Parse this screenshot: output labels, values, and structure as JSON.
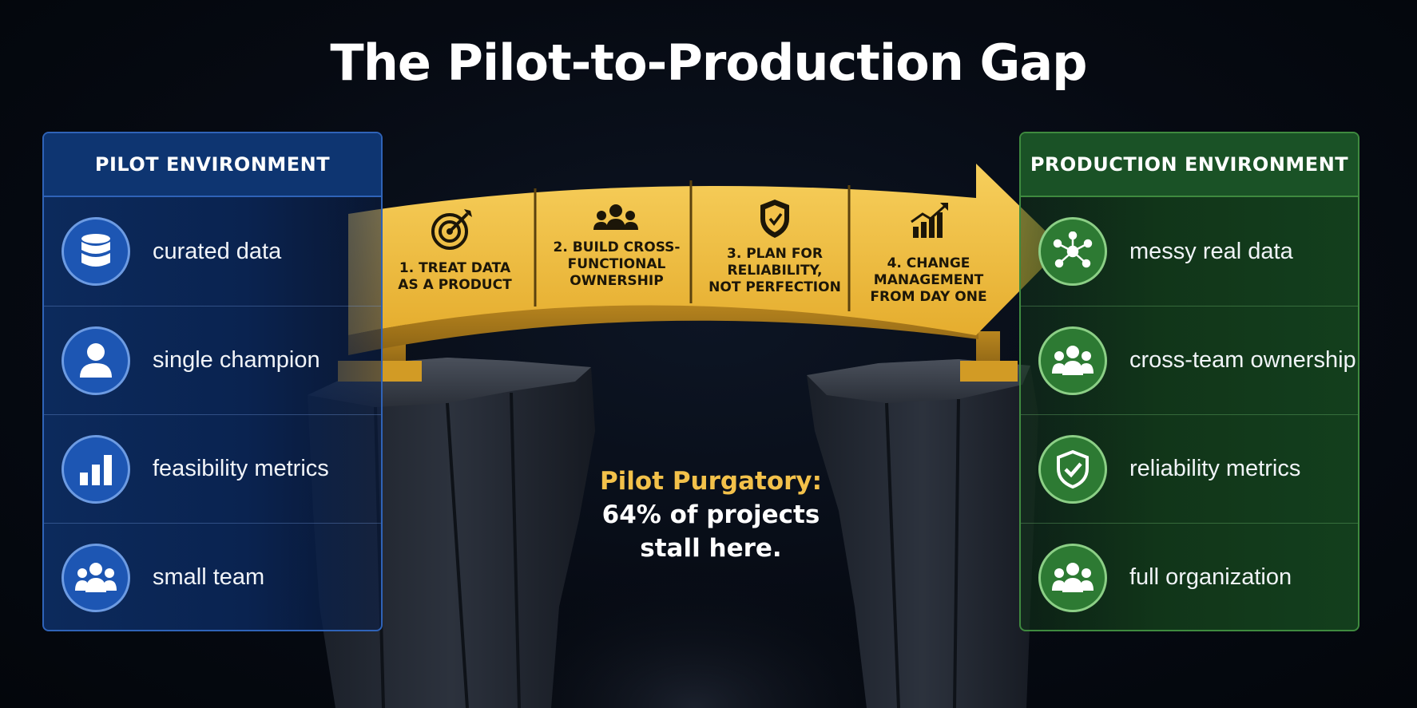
{
  "title": "The Pilot-to-Production Gap",
  "pilot": {
    "heading": "PILOT ENVIRONMENT",
    "items": [
      {
        "icon": "database-icon",
        "label": "curated data"
      },
      {
        "icon": "person-icon",
        "label": "single champion"
      },
      {
        "icon": "bar-chart-icon",
        "label": "feasibility metrics"
      },
      {
        "icon": "team-icon",
        "label": "small team"
      }
    ]
  },
  "production": {
    "heading": "PRODUCTION ENVIRONMENT",
    "items": [
      {
        "icon": "network-icon",
        "label": "messy real data"
      },
      {
        "icon": "team-icon",
        "label": "cross-team ownership"
      },
      {
        "icon": "shield-check-icon",
        "label": "reliability metrics"
      },
      {
        "icon": "team-icon",
        "label": "full organization"
      }
    ]
  },
  "bridge": {
    "steps": [
      {
        "icon": "target-icon",
        "line1": "1. TREAT DATA",
        "line2": "AS A PRODUCT",
        "line3": ""
      },
      {
        "icon": "team-icon",
        "line1": "2. BUILD CROSS-",
        "line2": "FUNCTIONAL",
        "line3": "OWNERSHIP"
      },
      {
        "icon": "shield-icon",
        "line1": "3. PLAN FOR",
        "line2": "RELIABILITY,",
        "line3": "NOT PERFECTION"
      },
      {
        "icon": "growth-chart-icon",
        "line1": "4. CHANGE",
        "line2": "MANAGEMENT",
        "line3": "FROM DAY ONE"
      }
    ]
  },
  "gap": {
    "highlight": "Pilot Purgatory:",
    "line1": "64% of projects",
    "line2": "stall here."
  },
  "colors": {
    "pilot_blue": "#1d56b3",
    "production_green": "#2d7a33",
    "bridge_gold": "#f3c14a",
    "background": "#060a12"
  }
}
